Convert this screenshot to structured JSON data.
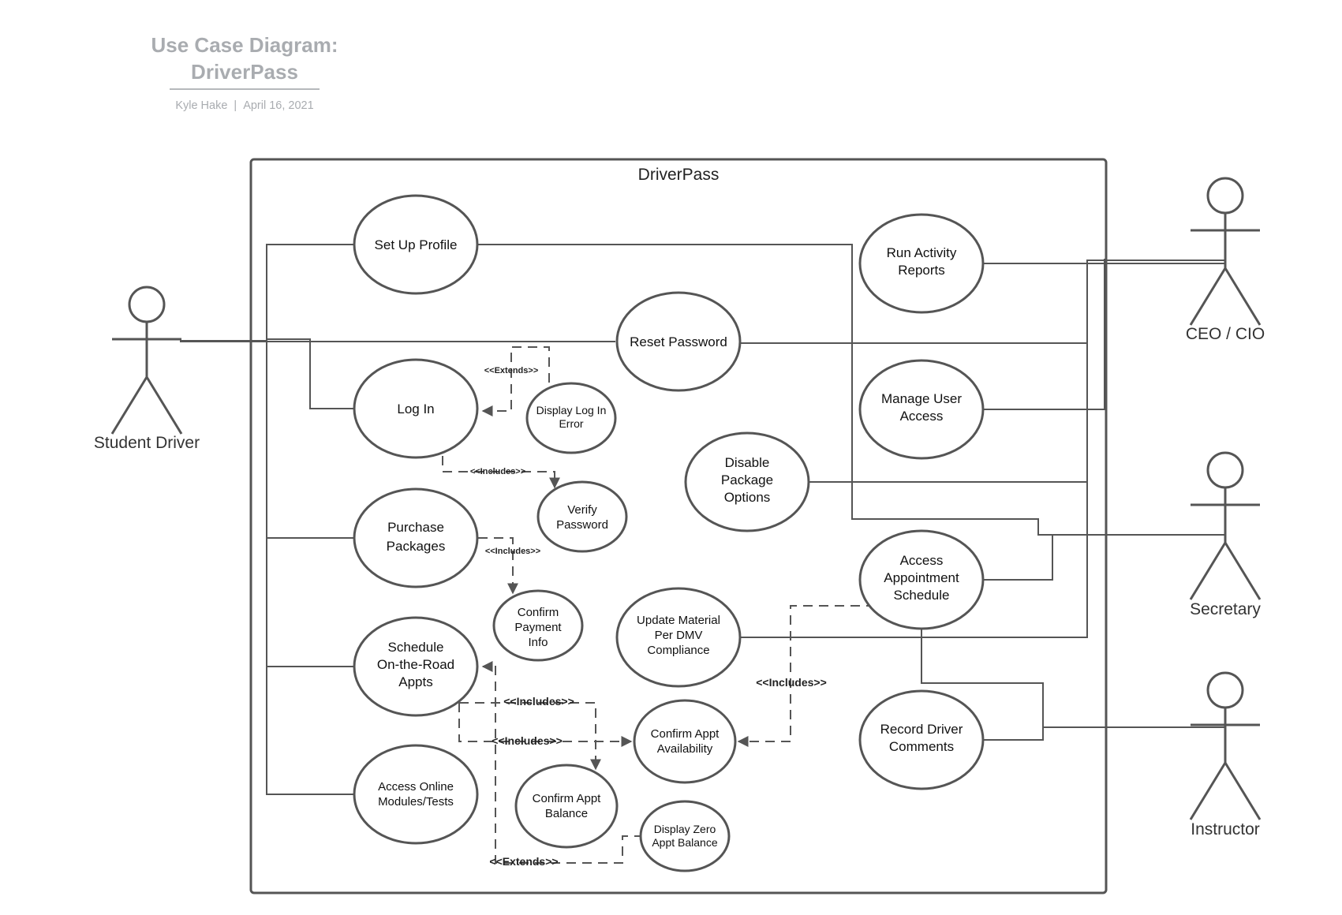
{
  "header": {
    "title_line1": "Use Case Diagram:",
    "title_line2": "DriverPass",
    "author": "Kyle Hake",
    "separator": "|",
    "date": "April 16, 2021"
  },
  "system": {
    "name": "DriverPass"
  },
  "actors": {
    "student": "Student Driver",
    "ceo": "CEO / CIO",
    "secretary": "Secretary",
    "instructor": "Instructor"
  },
  "use_cases": {
    "setup_profile": [
      "Set Up Profile"
    ],
    "reset_password": [
      "Reset Password"
    ],
    "log_in": [
      "Log In"
    ],
    "display_login_error": [
      "Display Log In",
      "Error"
    ],
    "verify_password": [
      "Verify",
      "Password"
    ],
    "purchase_packages": [
      "Purchase",
      "Packages"
    ],
    "confirm_payment": [
      "Confirm",
      "Payment",
      "Info"
    ],
    "schedule_appts": [
      "Schedule",
      "On-the-Road",
      "Appts"
    ],
    "access_modules": [
      "Access Online",
      "Modules/Tests"
    ],
    "confirm_balance": [
      "Confirm Appt",
      "Balance"
    ],
    "confirm_availability": [
      "Confirm Appt",
      "Availability"
    ],
    "display_zero_balance": [
      "Display Zero",
      "Appt Balance"
    ],
    "update_material": [
      "Update Material",
      "Per DMV",
      "Compliance"
    ],
    "run_reports": [
      "Run Activity",
      "Reports"
    ],
    "manage_access": [
      "Manage User",
      "Access"
    ],
    "disable_packages": [
      "Disable",
      "Package",
      "Options"
    ],
    "access_schedule": [
      "Access",
      "Appointment",
      "Schedule"
    ],
    "record_comments": [
      "Record Driver",
      "Comments"
    ]
  },
  "relationships": {
    "extends_login_error": "<<Extends>>",
    "includes_verify": "<<Includes>>",
    "includes_payment": "<<Includes>>",
    "includes_balance": "<<Includes>>",
    "includes_availability": "<<Includes>>",
    "includes_schedule_availability": "<<Includes>>",
    "extends_zero_balance": "<<Extends>>"
  },
  "colors": {
    "stroke": "#555555",
    "title": "#a9acb0",
    "text": "#111111"
  }
}
